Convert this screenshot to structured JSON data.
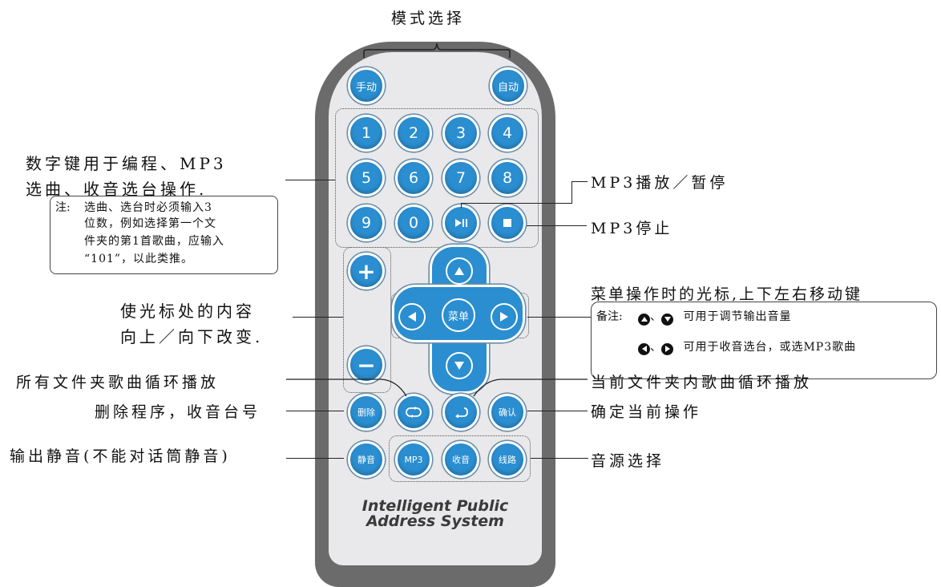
{
  "colors": {
    "button_blue": "#2a8ed0",
    "remote_outer": "#6b6b6b",
    "remote_inner": "#e9e9eb"
  },
  "brand": {
    "line1": "Intelligent Public",
    "line2": "Address System"
  },
  "buttons": {
    "manual": "手动",
    "auto": "自动",
    "digits": [
      "1",
      "2",
      "3",
      "4",
      "5",
      "6",
      "7",
      "8",
      "9",
      "0"
    ],
    "play_pause_icon": "play-pause-icon",
    "stop_icon": "stop-icon",
    "plus": "+",
    "minus": "−",
    "menu": "菜单",
    "delete": "删除",
    "confirm": "确认",
    "mute": "静音",
    "mp3": "MP3",
    "radio": "收音",
    "line": "线路",
    "repeat_all_icon": "repeat-all-icon",
    "repeat_one_icon": "repeat-folder-icon"
  },
  "callouts": {
    "mode_select": "模式选择",
    "digits_line1": "数字键用于编程、MP3",
    "digits_line2": "选曲、收音选台操作.",
    "note_label": "注:",
    "note_line1": "选曲、选台时必须输入3",
    "note_line2": "位数，例如选择第一个文",
    "note_line3": "件夹的第1首歌曲，应输入",
    "note_line4": "“101”，以此类推。",
    "mp3_play_pause": "MP3播放／暂停",
    "mp3_stop": "MP3停止",
    "cursor_line1": "使光标处的内容",
    "cursor_line2": "向上／向下改变.",
    "menu_cursor": "菜单操作时的光标,上下左右移动键",
    "remark_label": "备注:",
    "remark_line1_sep": "、",
    "remark_line1": "可用于调节输出音量",
    "remark_line2_sep": "、",
    "remark_line2": "可用于收音选台，或选MP3歌曲",
    "repeat_all": "所有文件夹歌曲循环播放",
    "repeat_folder": "当前文件夹内歌曲循环播放",
    "delete_desc": "删除程序，收音台号",
    "confirm_desc": "确定当前操作",
    "mute_desc": "输出静音(不能对话筒静音)",
    "source_desc": "音源选择"
  }
}
